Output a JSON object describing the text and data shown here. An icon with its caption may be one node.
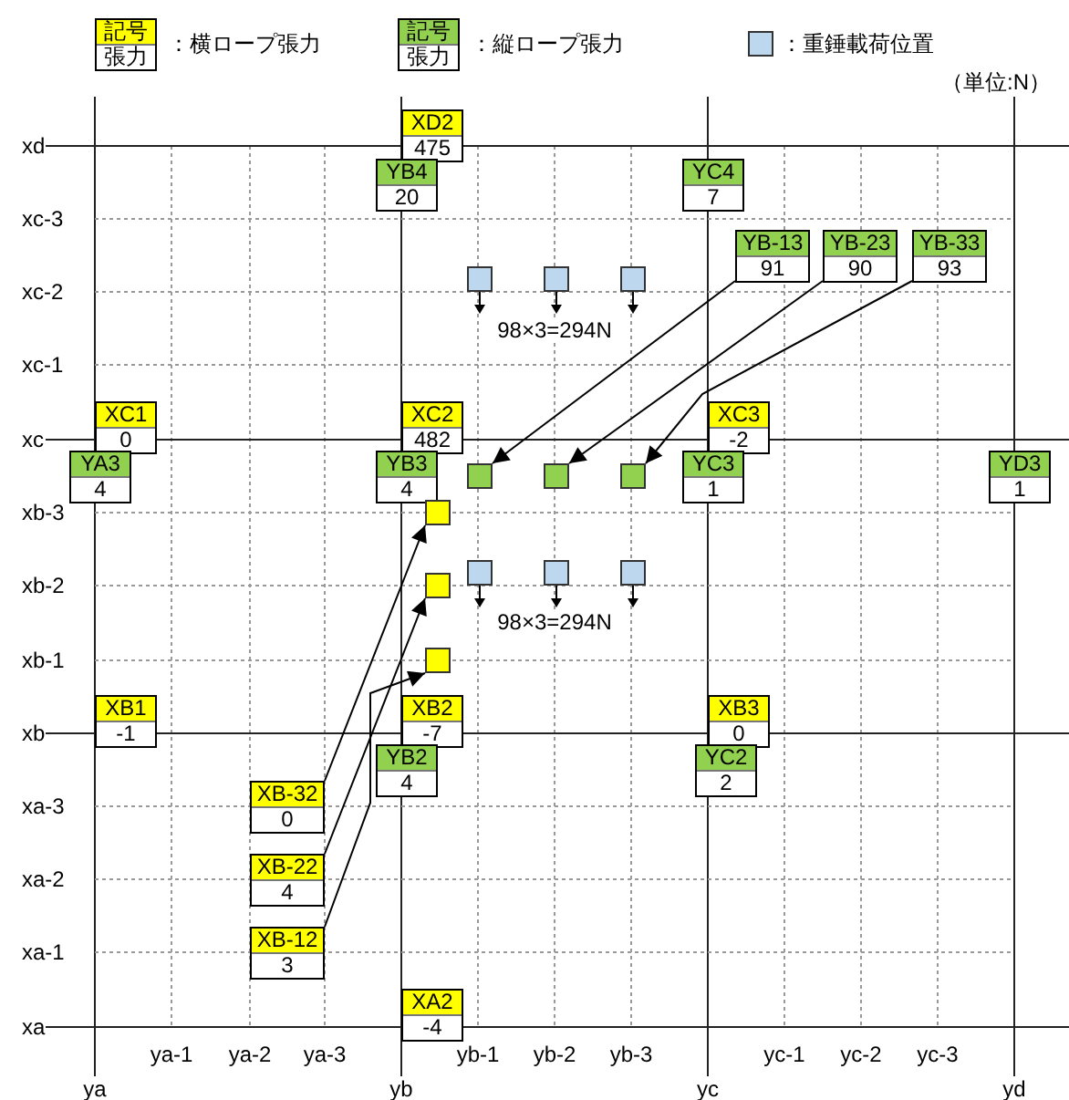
{
  "diagram": {
    "nodes": [
      {
        "text": [
          "XD2",
          "475"
        ]
      },
      {
        "text": [
          "YB4",
          "20"
        ]
      },
      {
        "text": [
          "YC4",
          "7"
        ]
      },
      {
        "text": [
          "YB-13",
          "91"
        ]
      },
      {
        "text": [
          "YB-23",
          "90"
        ]
      },
      {
        "text": [
          "YB-33",
          "93"
        ]
      },
      {
        "text": [],
        "shape": "box"
      },
      {
        "text": [],
        "shape": "box"
      },
      {
        "text": [],
        "shape": "box"
      },
      {
        "text": [
          "XC1",
          "0"
        ]
      },
      {
        "text": [
          "XC2",
          "482"
        ]
      },
      {
        "text": [
          "XC3",
          "-2"
        ]
      },
      {
        "text": [
          "YA3",
          "4"
        ]
      },
      {
        "text": [
          "YB3",
          "4"
        ]
      },
      {
        "text": [],
        "shape": "box"
      },
      {
        "text": [],
        "shape": "box"
      },
      {
        "text": [],
        "shape": "box"
      },
      {
        "text": [
          "YC3",
          "1"
        ]
      },
      {
        "text": [
          "YD3",
          "1"
        ]
      },
      {
        "text": [],
        "shape": "box"
      },
      {
        "text": [],
        "shape": "box"
      },
      {
        "text": [],
        "shape": "box"
      },
      {
        "text": [],
        "shape": "box"
      },
      {
        "text": [],
        "shape": "box"
      },
      {
        "text": [],
        "shape": "box"
      },
      {
        "text": [
          "XB1",
          "-1"
        ]
      },
      {
        "text": [
          "XB2",
          "-7"
        ]
      },
      {
        "text": [
          "XB3",
          "0"
        ]
      },
      {
        "text": [
          "YB2",
          "4"
        ]
      },
      {
        "text": [
          "YC2",
          "2"
        ]
      },
      {
        "text": [
          "XB-32",
          "0"
        ]
      },
      {
        "text": [
          "XB-22",
          "4"
        ]
      },
      {
        "text": [
          "XB-12",
          "3"
        ]
      },
      {
        "text": [
          "XA2",
          "-4"
        ]
      }
    ],
    "edges": [
      {
        "from": 3,
        "to": 14,
        "arrow": "to"
      },
      {
        "from": 4,
        "to": 15,
        "arrow": "to"
      },
      {
        "from": 5,
        "to": 16,
        "arrow": "to"
      },
      {
        "from": 30,
        "to": 19,
        "arrow": "to"
      },
      {
        "from": 31,
        "to": 23,
        "arrow": "to"
      },
      {
        "from": 32,
        "to": 24,
        "arrow": "to"
      }
    ],
    "labels": [
      "記号",
      "張力",
      "記号",
      "張力",
      "（単位:N）",
      "xd",
      "xc-3",
      "xc-2",
      "xc-1",
      "xc",
      "xb-3",
      "xb-2",
      "xb-1",
      "xb",
      "xa-3",
      "xa-2",
      "xa-1",
      "xa",
      "98×3=294N",
      "98×3=294N",
      "ya-1",
      "ya-2",
      "ya-3",
      "yb-1",
      "yb-2",
      "yb-3",
      "yc-1",
      "yc-2",
      "yc-3",
      "ya",
      "yb",
      "yc",
      "yd"
    ],
    "legend": [
      {
        "text": "：横ロープ張力",
        "color": "#ffff00"
      },
      {
        "text": "：縦ロープ張力",
        "color": "#92d050"
      },
      {
        "text": "：重錘載荷位置",
        "color": "#bdd7ee"
      }
    ]
  }
}
